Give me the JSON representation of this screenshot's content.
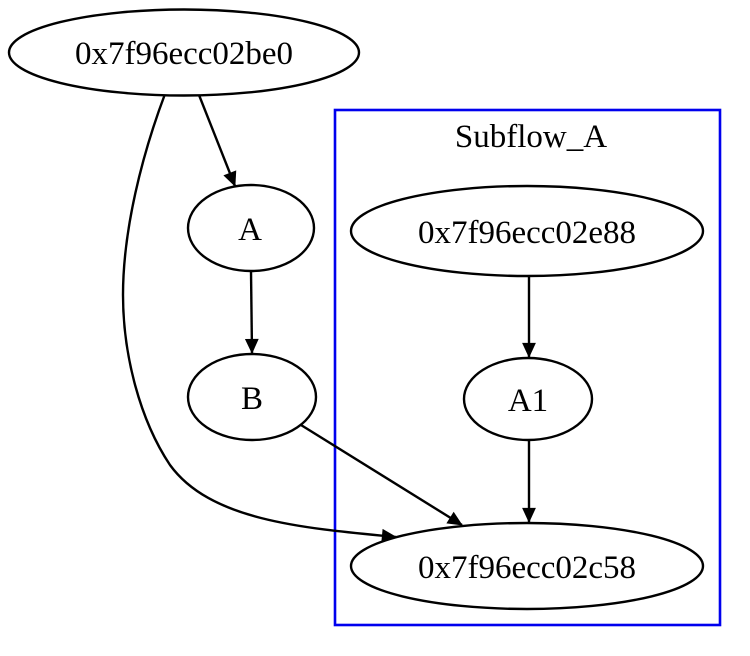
{
  "diagram": {
    "type": "flow-graph",
    "background_color": "#ffffff",
    "node_border_color": "#000000",
    "edge_color": "#000000",
    "text_color": "#000000",
    "cluster": {
      "label": "Subflow_A",
      "border_color": "#0000ee"
    },
    "nodes": {
      "root": {
        "label": "0x7f96ecc02be0"
      },
      "a": {
        "label": "A"
      },
      "b": {
        "label": "B"
      },
      "sub_root": {
        "label": "0x7f96ecc02e88"
      },
      "a1": {
        "label": "A1"
      },
      "sink": {
        "label": "0x7f96ecc02c58"
      }
    },
    "edges": [
      {
        "from": "0x7f96ecc02be0",
        "to": "A"
      },
      {
        "from": "0x7f96ecc02be0",
        "to": "0x7f96ecc02c58"
      },
      {
        "from": "A",
        "to": "B"
      },
      {
        "from": "B",
        "to": "0x7f96ecc02c58"
      },
      {
        "from": "0x7f96ecc02e88",
        "to": "A1"
      },
      {
        "from": "A1",
        "to": "0x7f96ecc02c58"
      }
    ]
  }
}
